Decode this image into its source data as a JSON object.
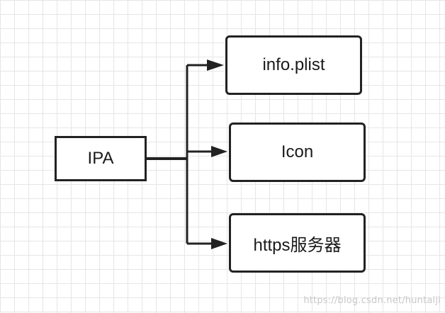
{
  "diagram": {
    "root": {
      "label": "IPA"
    },
    "children": [
      {
        "label": "info.plist"
      },
      {
        "label": "Icon"
      },
      {
        "label": "https服务器"
      }
    ]
  },
  "watermark": "https://blog.csdn.net/huntaiji",
  "colors": {
    "stroke": "#222222",
    "grid": "#e6e6e6",
    "background": "#ffffff",
    "text": "#1a1a1a",
    "watermark": "#c8c8c8"
  }
}
